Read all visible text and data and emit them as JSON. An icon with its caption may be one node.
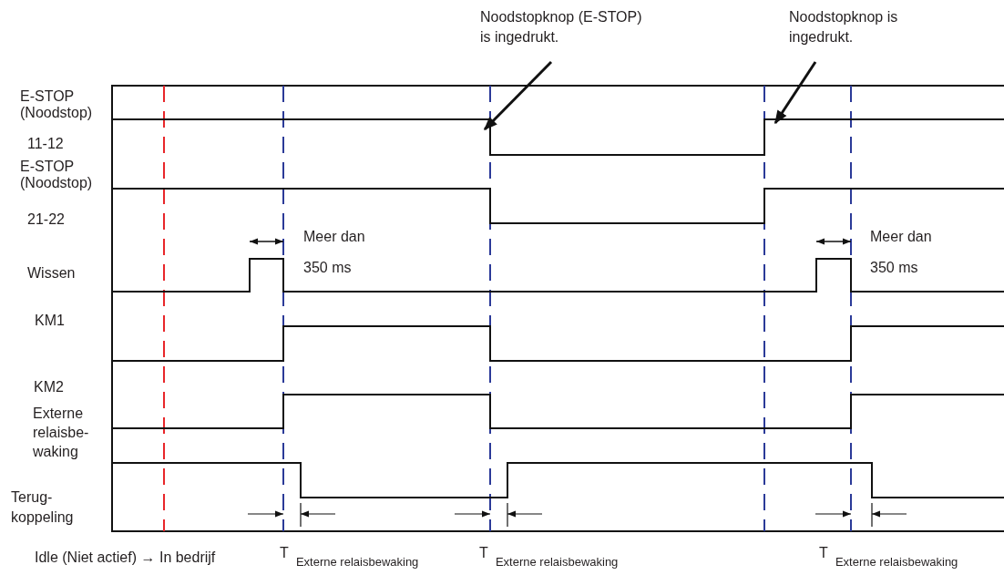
{
  "diagram": {
    "nodes": [
      {
        "text": [
          "Noodstopknop (E-STOP) is ingedrukt."
        ]
      },
      {
        "text": [
          "Noodstopknop is ingedrukt."
        ]
      }
    ],
    "edges": [
      {
        "from": 0,
        "to": null,
        "arrow": "to"
      },
      {
        "from": 1,
        "to": null,
        "arrow": "to"
      }
    ],
    "labels": [
      "E-STOP (Noodstop)",
      "11-12",
      "E-STOP (Noodstop)",
      "21-22",
      "Meer dan 350 ms",
      "Meer dan 350 ms",
      "Wissen",
      "KM1",
      "KM2",
      "Externe relaisbe- waking",
      "Terug- koppeling",
      "Idle (Niet actief) → In bedrijf",
      "T $_{Externe relaisbewaking}$",
      "T $_{Externe relaisbewaking}$",
      "T $_{Externe relaisbewaking}$"
    ]
  }
}
